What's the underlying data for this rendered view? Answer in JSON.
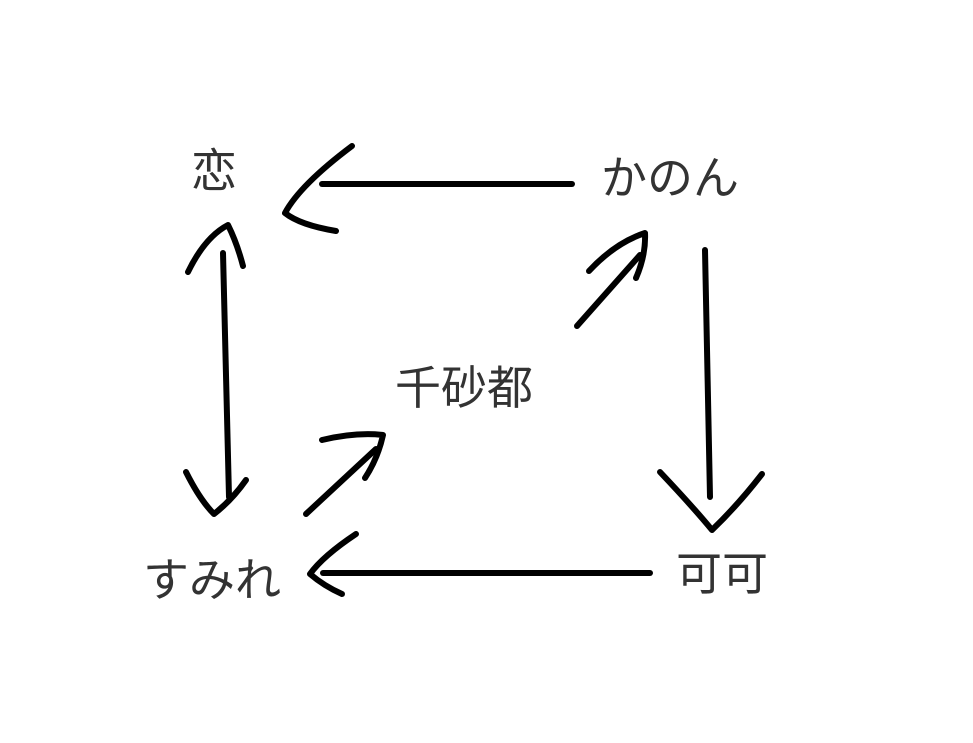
{
  "nodes": {
    "ren": {
      "label": "恋"
    },
    "kanon": {
      "label": "かのん"
    },
    "chisato": {
      "label": "千砂都"
    },
    "sumire": {
      "label": "すみれ"
    },
    "keke": {
      "label": "可可"
    }
  },
  "colors": {
    "text": "#333333",
    "arrow": "#000000",
    "background": "#ffffff"
  },
  "edges": [
    {
      "from": "kanon",
      "to": "ren"
    },
    {
      "from": "kanon",
      "to": "keke"
    },
    {
      "from": "keke",
      "to": "sumire"
    },
    {
      "from": "ren",
      "to": "sumire",
      "bidirectional": true
    },
    {
      "from": "sumire",
      "to": "chisato"
    },
    {
      "from": "chisato",
      "to": "kanon"
    }
  ]
}
